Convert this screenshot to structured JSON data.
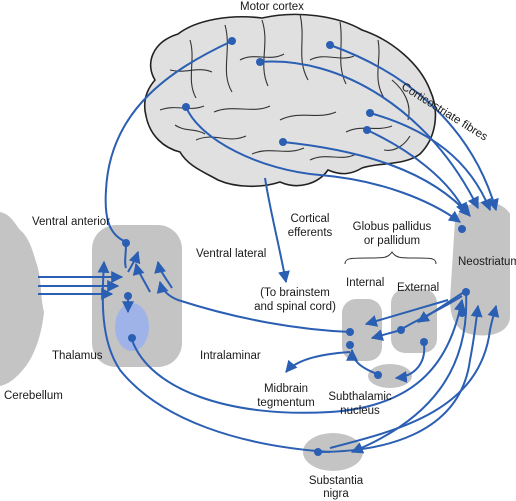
{
  "labels": {
    "motor_cortex": "Motor cortex",
    "corticostriate_fibres": "Corticostriate fibres",
    "ventral_anterior": "Ventral anterior",
    "ventral_lateral": "Ventral lateral",
    "cortical_efferents_1": "Cortical",
    "cortical_efferents_2": "efferents",
    "globus_pallidus_1": "Globus pallidus",
    "globus_pallidus_2": "or pallidum",
    "neostriatum": "Neostriatum",
    "internal": "Internal",
    "external": "External",
    "brainstem_1": "(To brainstem",
    "brainstem_2": "and spinal cord)",
    "thalamus": "Thalamus",
    "intralaminar": "Intralaminar",
    "cerebellum": "Cerebellum",
    "midbrain_1": "Midbrain",
    "midbrain_2": "tegmentum",
    "subthalamic_1": "Subthalamic",
    "subthalamic_2": "nucleus",
    "substantia_1": "Substantia",
    "substantia_2": "nigra"
  },
  "colors": {
    "pathway": "#2b5fb3",
    "structure": "#c4c4c4",
    "intralaminar": "#9fb3e8",
    "brain_fill": "#e0e0e0",
    "brain_outline": "#222222"
  }
}
